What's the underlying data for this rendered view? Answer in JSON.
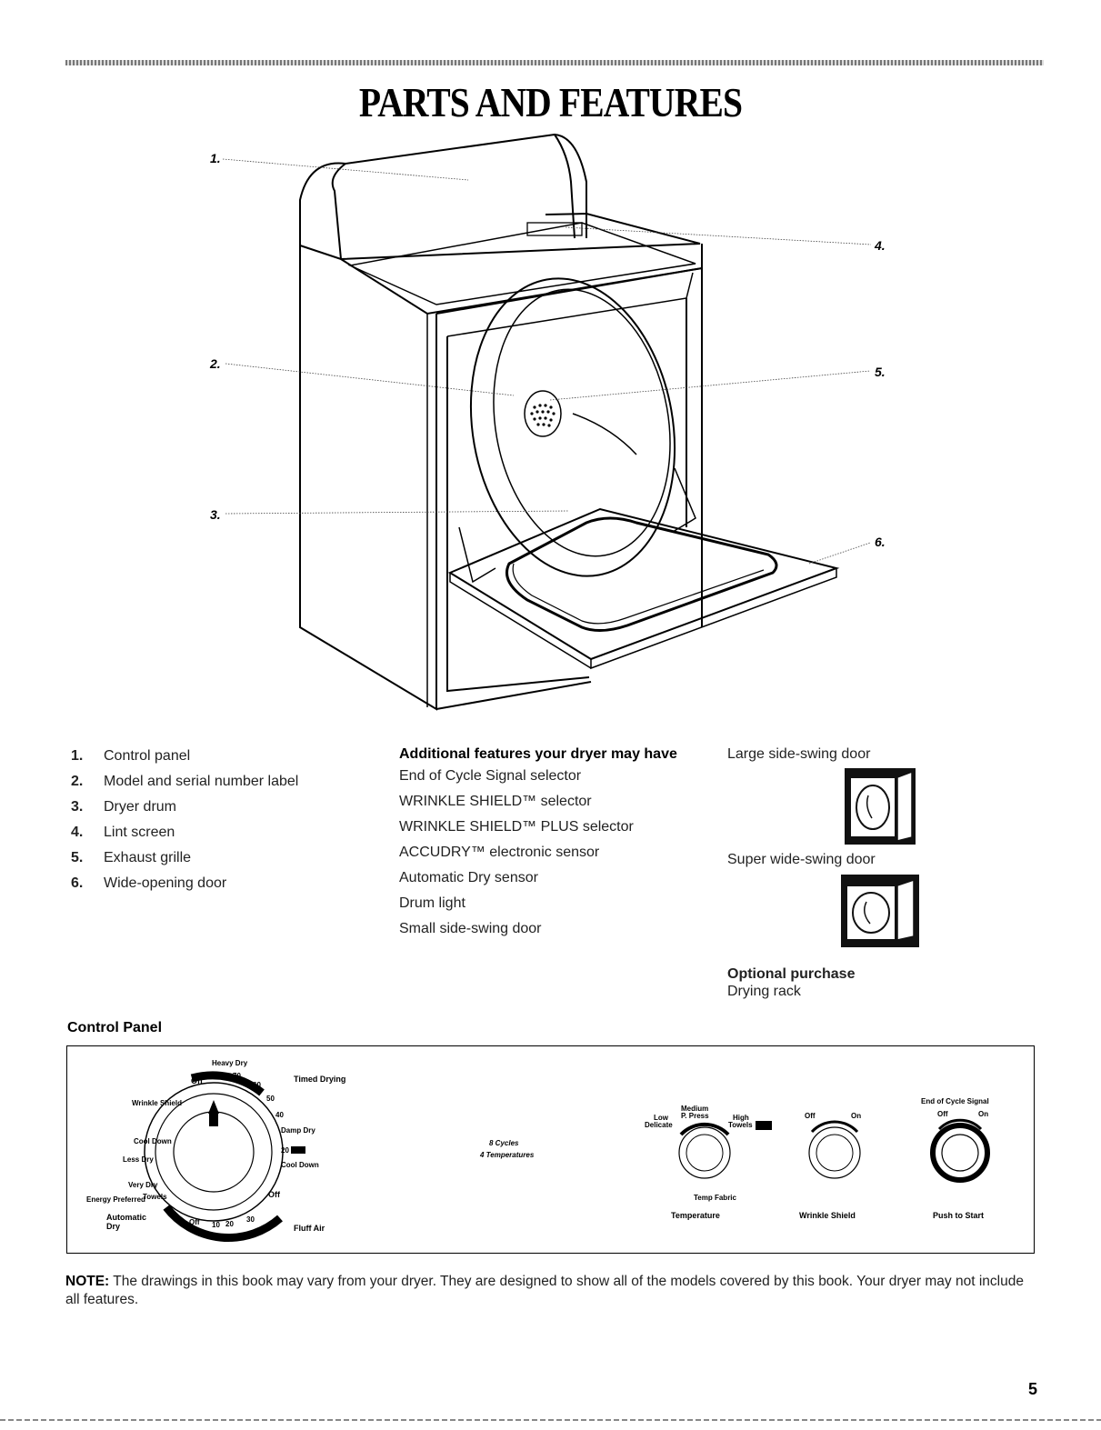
{
  "title": "PARTS AND FEATURES",
  "callouts": [
    "1.",
    "2.",
    "3.",
    "4.",
    "5.",
    "6."
  ],
  "parts": [
    {
      "num": "1.",
      "label": "Control panel"
    },
    {
      "num": "2.",
      "label": "Model and serial number label"
    },
    {
      "num": "3.",
      "label": "Dryer drum"
    },
    {
      "num": "4.",
      "label": "Lint screen"
    },
    {
      "num": "5.",
      "label": "Exhaust grille"
    },
    {
      "num": "6.",
      "label": "Wide-opening door"
    }
  ],
  "additional": {
    "heading": "Additional features your dryer may have",
    "items": [
      "End of Cycle Signal selector",
      "WRINKLE SHIELD™ selector",
      "WRINKLE SHIELD™ PLUS selector",
      "ACCUDRY™ electronic sensor",
      "Automatic Dry sensor",
      "Drum light",
      "Small side-swing door"
    ]
  },
  "doors": {
    "large": "Large side-swing door",
    "super": "Super wide-swing door"
  },
  "optional": {
    "heading": "Optional purchase",
    "item": "Drying rack"
  },
  "control_panel": {
    "heading": "Control Panel",
    "timer": {
      "timed_drying": "Timed Drying",
      "fluff_air": "Fluff Air",
      "automatic_dry": "Automatic",
      "dry": "Dry",
      "off_top": "Off",
      "off_right": "Off",
      "off_bottom": "Off",
      "heavy_dry": "Heavy Dry",
      "nums_top": [
        "70",
        "60",
        "50",
        "40"
      ],
      "nums_bottom": [
        "10",
        "20",
        "30"
      ],
      "wrinkle_shield": "Wrinkle Shield",
      "cool_down": "Cool Down",
      "less_dry": "Less Dry",
      "very_dry": "Very Dry",
      "energy": "Energy Preferred",
      "towels": "Towels",
      "cool_down_right": "Cool Down",
      "twenty": "20",
      "damp_dry": "Damp Dry"
    },
    "cycles_text": "8 Cycles",
    "temps_text": "4 Temperatures",
    "temperature": {
      "label": "Temperature",
      "low": "Low",
      "delicate": "Delicate",
      "medium": "Medium",
      "perm_press": "P. Press",
      "high": "High",
      "towels": "Towels",
      "temp_fabric": "Temp Fabric"
    },
    "wrinkle_shield": {
      "label": "Wrinkle Shield",
      "off": "Off",
      "on": "On"
    },
    "push_to_start": {
      "label": "Push to Start",
      "signal": "End of Cycle Signal",
      "off": "Off",
      "on": "On"
    }
  },
  "note": {
    "label": "NOTE:",
    "text": " The drawings in this book may vary from your dryer. They are designed to show all of the models covered by this book. Your dryer may not include all features."
  },
  "page_number": "5"
}
